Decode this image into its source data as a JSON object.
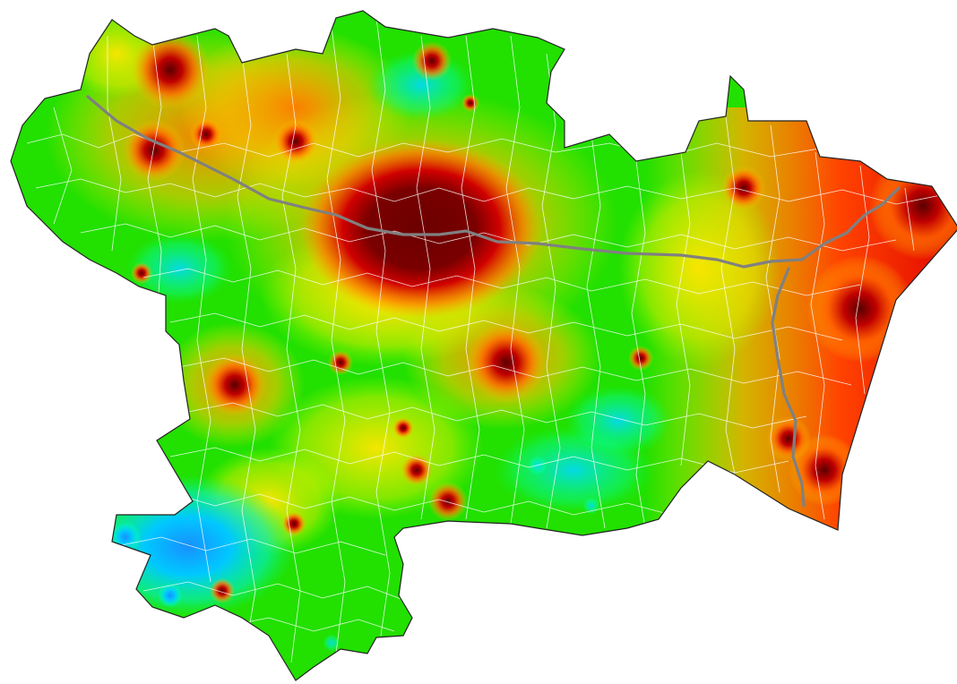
{
  "map": {
    "kind": "choropleth-heatmap",
    "colors": {
      "background": "#ffffff",
      "outline": "#222222",
      "commune_borders": "#ffffff",
      "highway": "#808080",
      "low": "#00a8ff",
      "cyan": "#00e5ff",
      "green": "#00e000",
      "yellow": "#ffee00",
      "orange": "#ff8800",
      "red": "#e00000",
      "maroon": "#6b0000"
    },
    "color_scale": [
      "blue",
      "cyan",
      "green",
      "yellow",
      "orange",
      "red",
      "dark red"
    ],
    "features": [
      "region-outline",
      "commune-boundaries",
      "highway-line",
      "intensity-field"
    ]
  }
}
